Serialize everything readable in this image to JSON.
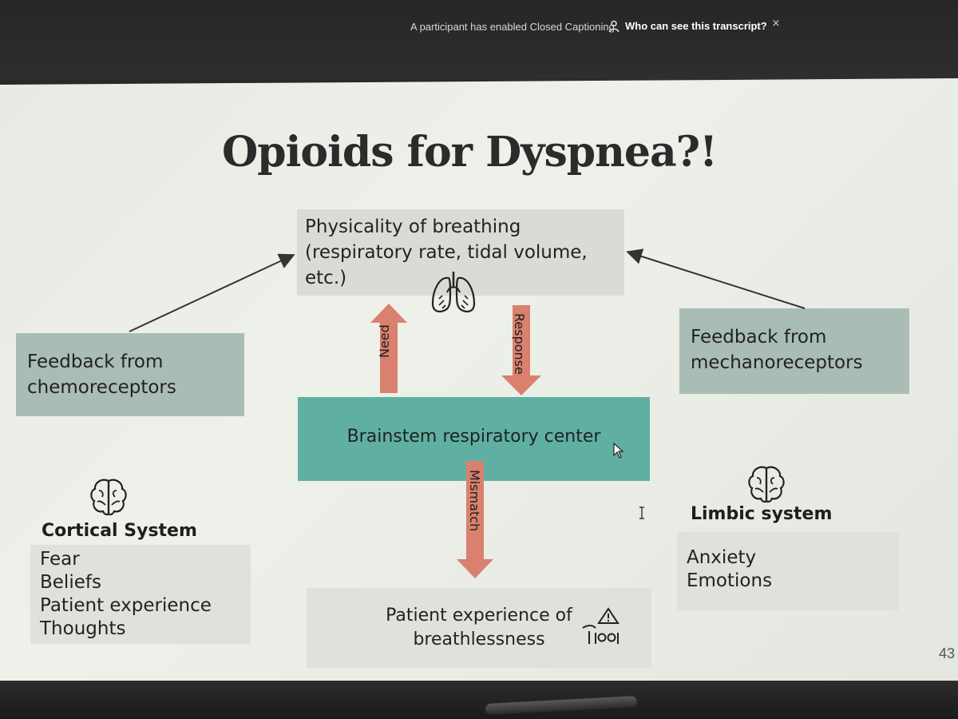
{
  "notification_bar": {
    "message": "A participant has enabled Closed Captioning",
    "transcript_link": "Who can see this transcript?",
    "close_glyph": "×",
    "icons": [
      "person-icon",
      "close-icon"
    ]
  },
  "slide": {
    "title": "Opioids for Dyspnea?!",
    "physicality": {
      "lines": [
        "Physicality of breathing",
        "(respiratory rate, tidal volume,",
        "etc.)"
      ],
      "icon": "lungs-icon"
    },
    "chemoreceptors": {
      "lines": [
        "Feedback from",
        "chemoreceptors"
      ]
    },
    "mechanoreceptors": {
      "lines": [
        "Feedback from",
        "mechanoreceptors"
      ]
    },
    "brainstem": {
      "label": "Brainstem respiratory center"
    },
    "arrows": {
      "need": "Need",
      "response": "Response",
      "mismatch": "Mismatch"
    },
    "cortical": {
      "heading": "Cortical System",
      "items": [
        "Fear",
        "Beliefs",
        "Patient experience",
        "Thoughts"
      ],
      "icon": "brain-icon"
    },
    "limbic": {
      "heading": "Limbic system",
      "items": [
        "Anxiety",
        "Emotions"
      ],
      "icon": "brain-icon"
    },
    "experience": {
      "lines": [
        "Patient experience of",
        "breathlessness"
      ],
      "icon": "breathless-person-icon"
    },
    "slide_number": "43"
  },
  "colors": {
    "slide_background": "#e9eae4",
    "gray_box": "#d9dcd6",
    "sage_box": "#a9bdb6",
    "teal_box": "#5fb0a3",
    "salmon_arrow": "#d9806f",
    "title_text": "#2b2b2b"
  }
}
